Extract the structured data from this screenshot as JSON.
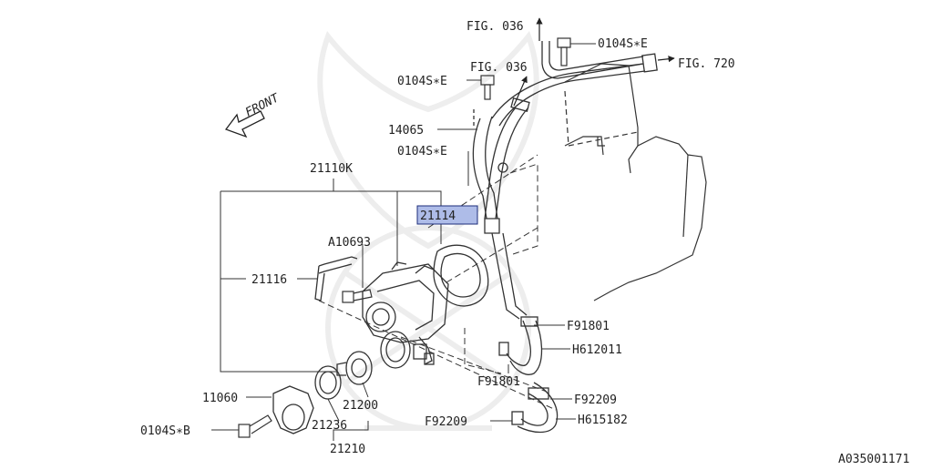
{
  "diagram": {
    "image_code": "A035001171",
    "front_label": "FRONT",
    "highlight_color": "#aebce8",
    "callouts": [
      {
        "id": "fig036a",
        "text": "FIG. 036"
      },
      {
        "id": "e1",
        "text": "0104S∗E"
      },
      {
        "id": "fig036b",
        "text": "FIG. 036"
      },
      {
        "id": "fig720",
        "text": "FIG. 720"
      },
      {
        "id": "e2",
        "text": "0104S∗E"
      },
      {
        "id": "p14065",
        "text": "14065"
      },
      {
        "id": "e3",
        "text": "0104S∗E"
      },
      {
        "id": "p21110k",
        "text": "21110K"
      },
      {
        "id": "p21114",
        "text": "21114",
        "highlighted": true
      },
      {
        "id": "a10693",
        "text": "A10693"
      },
      {
        "id": "p21116",
        "text": "21116"
      },
      {
        "id": "f91801a",
        "text": "F91801"
      },
      {
        "id": "h612011",
        "text": "H612011"
      },
      {
        "id": "f91801b",
        "text": "F91801"
      },
      {
        "id": "f92209a",
        "text": "F92209"
      },
      {
        "id": "f92209b",
        "text": "F92209"
      },
      {
        "id": "h615182",
        "text": "H615182"
      },
      {
        "id": "p11060",
        "text": "11060"
      },
      {
        "id": "b1",
        "text": "0104S∗B"
      },
      {
        "id": "p21200",
        "text": "21200"
      },
      {
        "id": "p21236",
        "text": "21236"
      },
      {
        "id": "p21210",
        "text": "21210"
      }
    ]
  }
}
